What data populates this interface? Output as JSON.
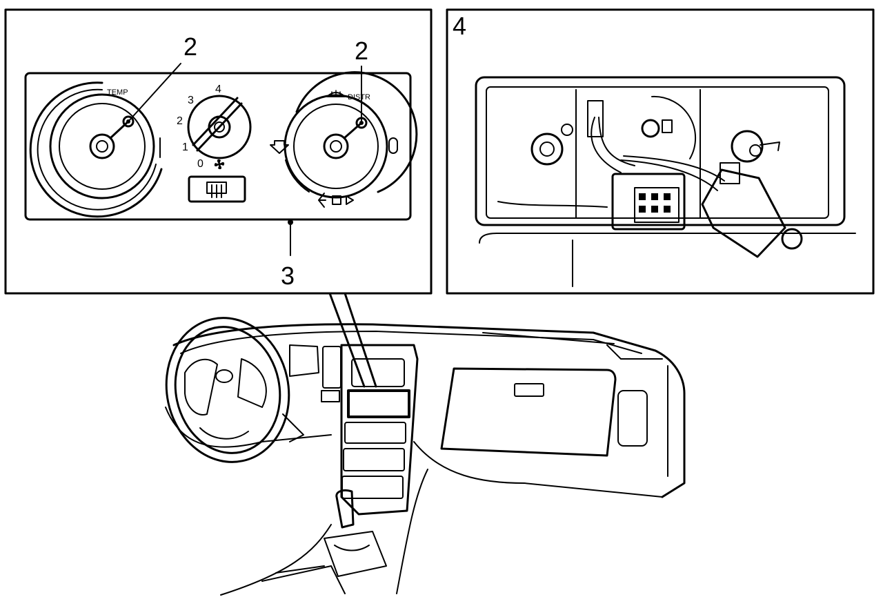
{
  "callouts": {
    "left_knob": "2",
    "right_knob": "2",
    "panel": "3",
    "inset_number": "4"
  },
  "control_panel": {
    "temp_label": "TEMP",
    "distr_label": "DISTR",
    "fan_speeds": [
      "0",
      "1",
      "2",
      "3",
      "4"
    ]
  },
  "colors": {
    "ink": "#000000",
    "paper": "#ffffff"
  },
  "icons": [
    "fan-icon",
    "rear-defrost-icon",
    "windshield-defrost-icon",
    "airflow-arrow-icon"
  ]
}
